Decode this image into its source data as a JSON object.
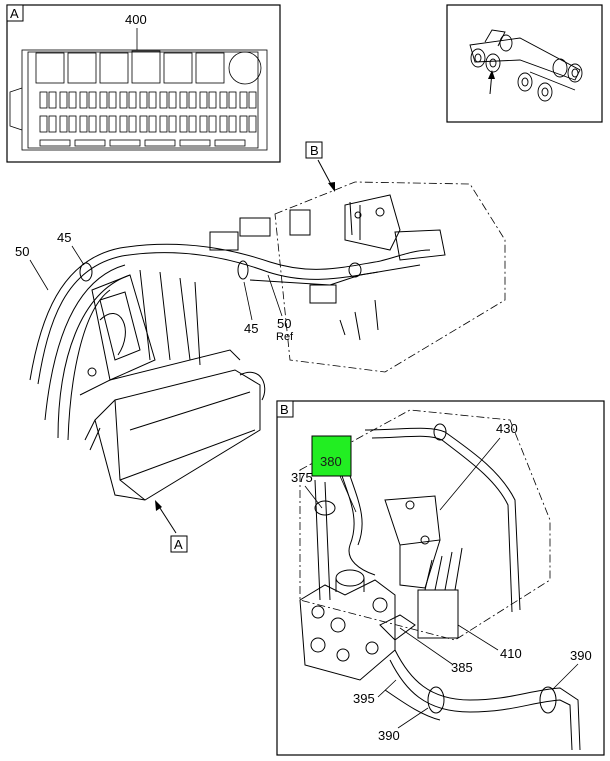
{
  "views": {
    "A": {
      "tag": "A",
      "callout_tag": "A"
    },
    "B": {
      "tag": "B",
      "callout_tag": "B"
    }
  },
  "callouts": {
    "c400": "400",
    "c50": "50",
    "c45_top": "45",
    "c45_bottom": "45",
    "c50_ref_num": "50",
    "c50_ref_word": "Ref",
    "c430": "430",
    "c375": "375",
    "c380": "380",
    "c410": "410",
    "c385": "385",
    "c395": "395",
    "c390_right": "390",
    "c390_bottom": "390"
  },
  "highlight": {
    "part": "380",
    "color": "#22ee22"
  },
  "colors": {
    "line": "#000000",
    "background": "#ffffff"
  }
}
